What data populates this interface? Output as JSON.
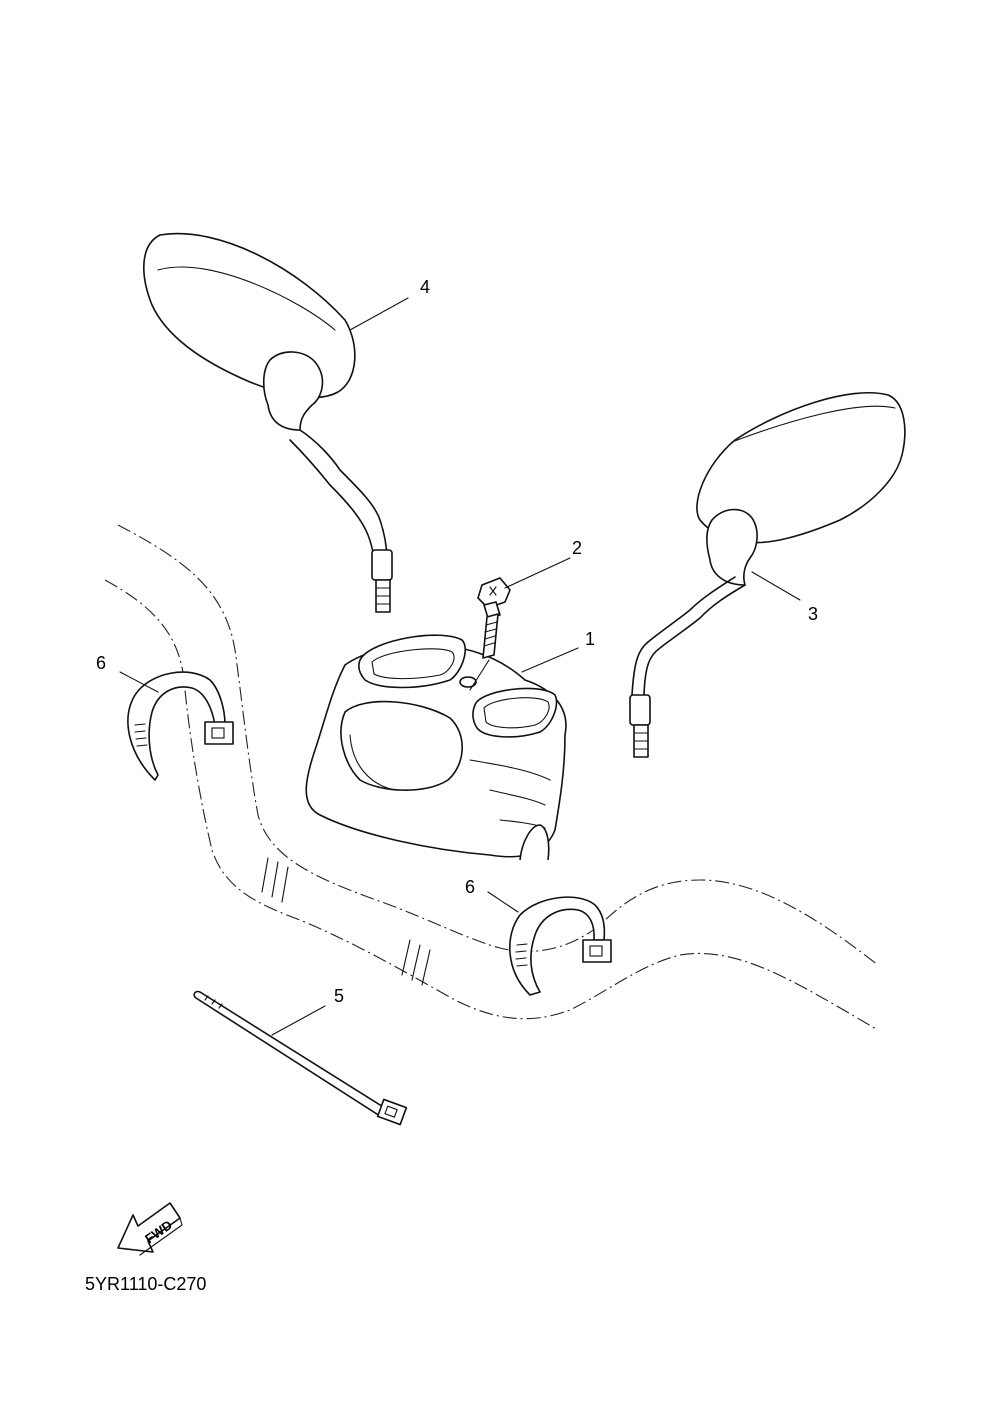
{
  "callouts": {
    "c1": "1",
    "c2": "2",
    "c3": "3",
    "c4": "4",
    "c5": "5",
    "c6a": "6",
    "c6b": "6"
  },
  "fwd_label": "FWD",
  "drawing_code": "5YR1110-C270",
  "icons": {
    "direction": "fwd-arrow-icon"
  }
}
